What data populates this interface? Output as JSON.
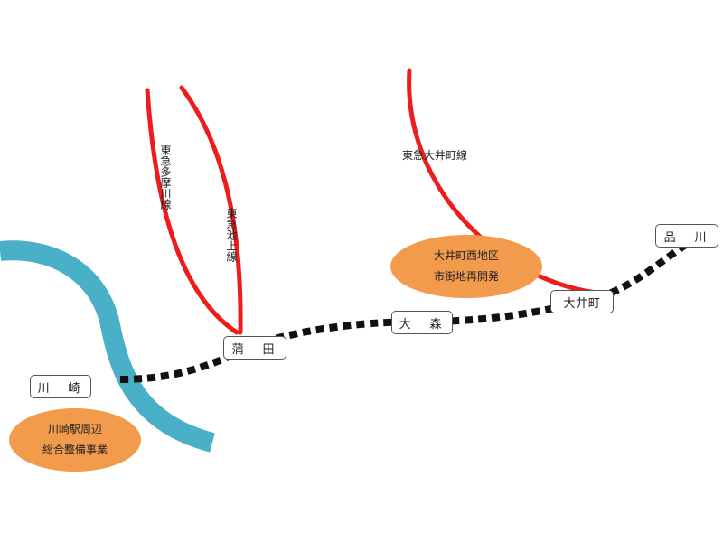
{
  "colors": {
    "river": "#4ab0c8",
    "private_line": "#ee1c1c",
    "jr_line": "#111111",
    "project_fill": "#f29b4c"
  },
  "stations": {
    "kawasaki": "川　崎",
    "kamata": "蒲　田",
    "omori": "大　森",
    "oimachi": "大井町",
    "shinagawa": "品　川"
  },
  "lines": {
    "tamagawa": "東急多摩川線",
    "ikegami": "東急池上線",
    "oimachi": "東急大井町線"
  },
  "projects": {
    "oimachi_west": [
      "大井町西地区",
      "市街地再開発"
    ],
    "kawasaki_station": [
      "川崎駅周辺",
      "総合整備事業"
    ]
  }
}
